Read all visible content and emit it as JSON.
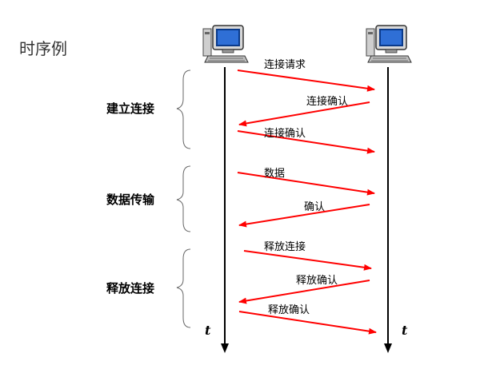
{
  "title": "时序例",
  "time_label": "t",
  "phases": [
    {
      "label": "建立连接"
    },
    {
      "label": "数据传输"
    },
    {
      "label": "释放连接"
    }
  ],
  "messages": [
    {
      "label": "连接请求",
      "direction": "right"
    },
    {
      "label": "连接确认",
      "direction": "left"
    },
    {
      "label": "连接确认",
      "direction": "right"
    },
    {
      "label": "数据",
      "direction": "right"
    },
    {
      "label": "确认",
      "direction": "left"
    },
    {
      "label": "释放连接",
      "direction": "right"
    },
    {
      "label": "释放确认",
      "direction": "left"
    },
    {
      "label": "释放确认",
      "direction": "right"
    }
  ],
  "colors": {
    "message_arrow": "#ff0000",
    "timeline": "#000000",
    "brace": "#666666"
  },
  "icons": [
    "computer-icon",
    "computer-icon"
  ]
}
